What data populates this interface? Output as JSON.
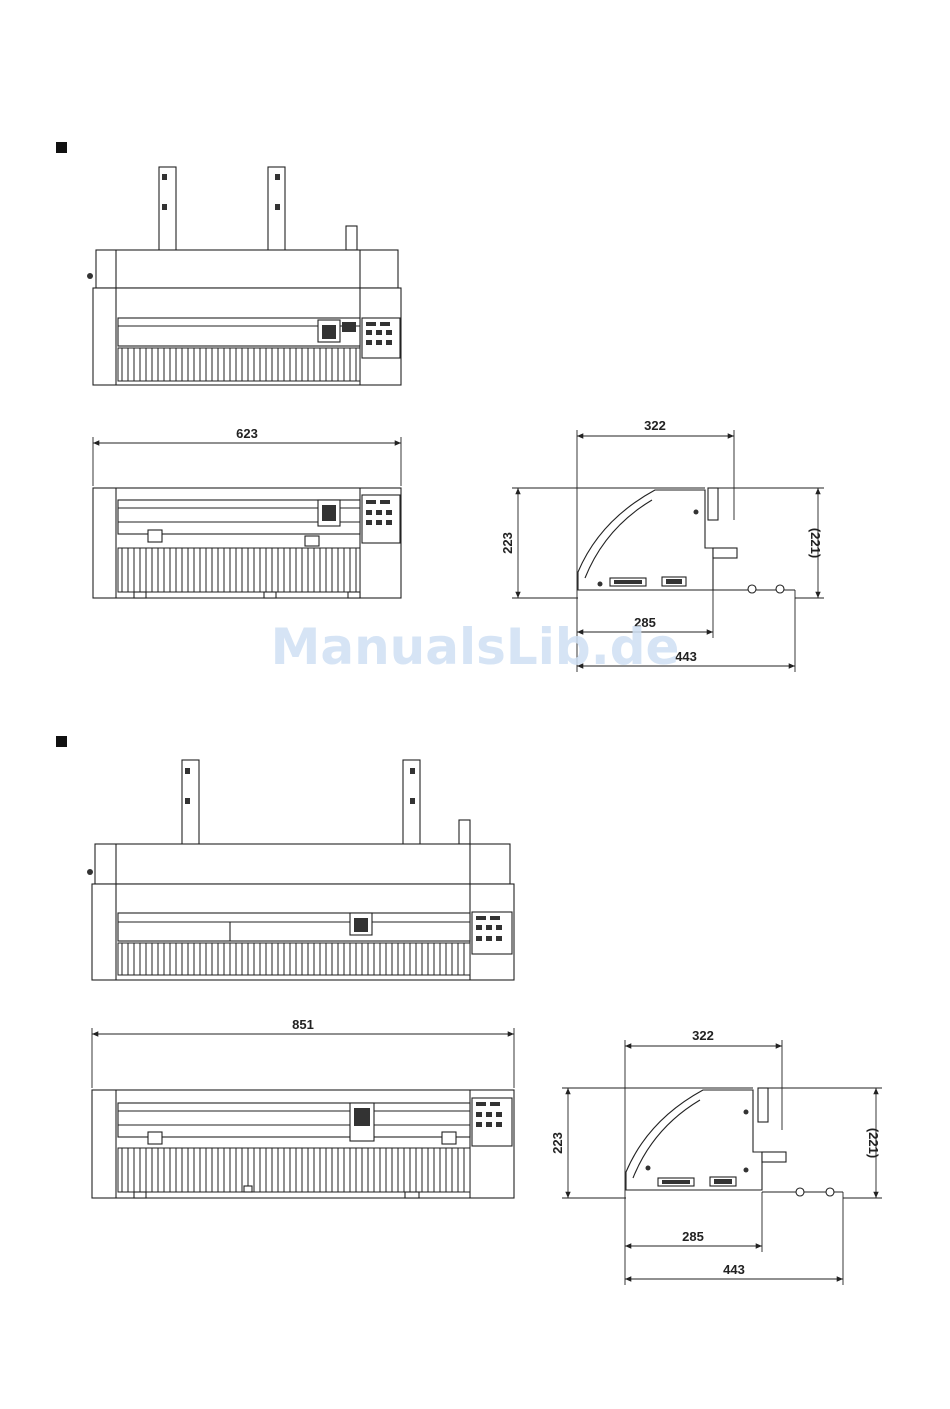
{
  "watermark": "ManualsLib.de",
  "section_markers": [
    "■",
    "■"
  ],
  "model_a": {
    "front_width": "623",
    "side_depth_top": "322",
    "side_height_left": "223",
    "side_height_right": "(221)",
    "side_depth_base": "285",
    "side_depth_total": "443"
  },
  "model_b": {
    "front_width": "851",
    "side_depth_top": "322",
    "side_height_left": "223",
    "side_height_right": "(221)",
    "side_depth_base": "285",
    "side_depth_total": "443"
  }
}
